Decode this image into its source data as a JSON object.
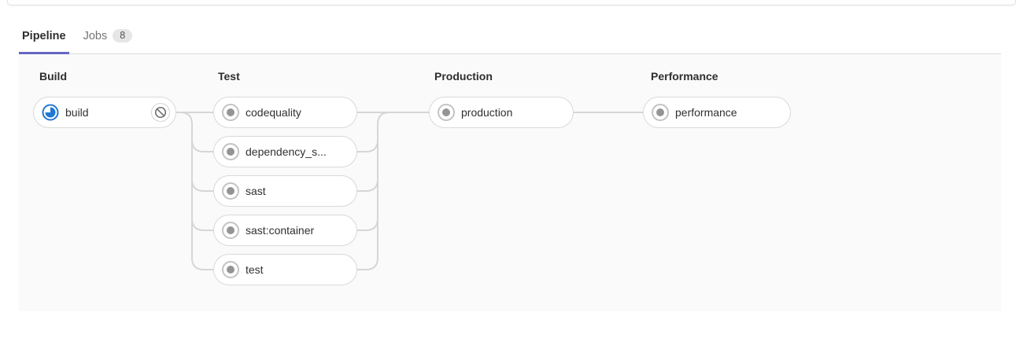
{
  "tabs": [
    {
      "label": "Pipeline",
      "active": true
    },
    {
      "label": "Jobs",
      "badge": "8"
    }
  ],
  "pipeline": {
    "stages": [
      {
        "name": "Build",
        "jobs": [
          {
            "name": "build",
            "status": "running",
            "action": "cancel"
          }
        ]
      },
      {
        "name": "Test",
        "jobs": [
          {
            "name": "codequality",
            "status": "created"
          },
          {
            "name": "dependency_s...",
            "status": "created"
          },
          {
            "name": "sast",
            "status": "created"
          },
          {
            "name": "sast:container",
            "status": "created"
          },
          {
            "name": "test",
            "status": "created"
          }
        ]
      },
      {
        "name": "Production",
        "jobs": [
          {
            "name": "production",
            "status": "created"
          }
        ]
      },
      {
        "name": "Performance",
        "jobs": [
          {
            "name": "performance",
            "status": "created"
          }
        ]
      }
    ]
  },
  "colors": {
    "active_tab_underline": "#6666c4",
    "running_icon_blue": "#1f78d1",
    "created_icon_ring": "#c3c3c3",
    "created_icon_dot": "#949494",
    "connector_line": "#d6d6d6",
    "graph_background": "#fafafa",
    "pill_border": "#d9d9d9"
  }
}
